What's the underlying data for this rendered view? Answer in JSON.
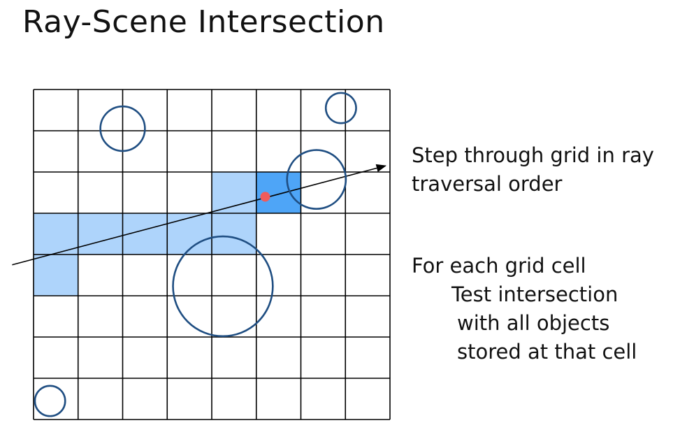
{
  "slide": {
    "title": "Ray-Scene Intersection"
  },
  "diagram": {
    "grid": {
      "cols": 8,
      "rows": 8
    },
    "highlighted_cells": [
      {
        "col": 4,
        "row": 2,
        "kind": "traversed"
      },
      {
        "col": 0,
        "row": 3,
        "kind": "traversed"
      },
      {
        "col": 1,
        "row": 3,
        "kind": "traversed"
      },
      {
        "col": 2,
        "row": 3,
        "kind": "traversed"
      },
      {
        "col": 3,
        "row": 3,
        "kind": "traversed"
      },
      {
        "col": 4,
        "row": 3,
        "kind": "traversed"
      },
      {
        "col": 0,
        "row": 4,
        "kind": "traversed"
      },
      {
        "col": 5,
        "row": 2,
        "kind": "hit"
      }
    ],
    "objects": [
      {
        "cx": 2.0,
        "cy": 0.95,
        "r": 0.5
      },
      {
        "cx": 6.9,
        "cy": 0.45,
        "r": 0.34
      },
      {
        "cx": 6.35,
        "cy": 2.18,
        "r": 0.66
      },
      {
        "cx": 4.25,
        "cy": 4.77,
        "r": 1.12
      },
      {
        "cx": 0.37,
        "cy": 7.55,
        "r": 0.34
      }
    ],
    "ray": {
      "start": [
        -0.48,
        4.25
      ],
      "end": [
        7.9,
        1.85
      ]
    },
    "hit_point": [
      5.2,
      2.6
    ],
    "colors": {
      "traversed": "#aed4fb",
      "hit": "#4ea5f7",
      "circle": "#1f4e82",
      "hit_point": "#f05b5b",
      "grid": "#000000"
    }
  },
  "notes": {
    "step_line1": "Step through grid in ray",
    "step_line2": "traversal order",
    "each_line1": "For each grid cell",
    "each_line2": "Test intersection",
    "each_line3": "with all objects",
    "each_line4": "stored at that cell"
  }
}
